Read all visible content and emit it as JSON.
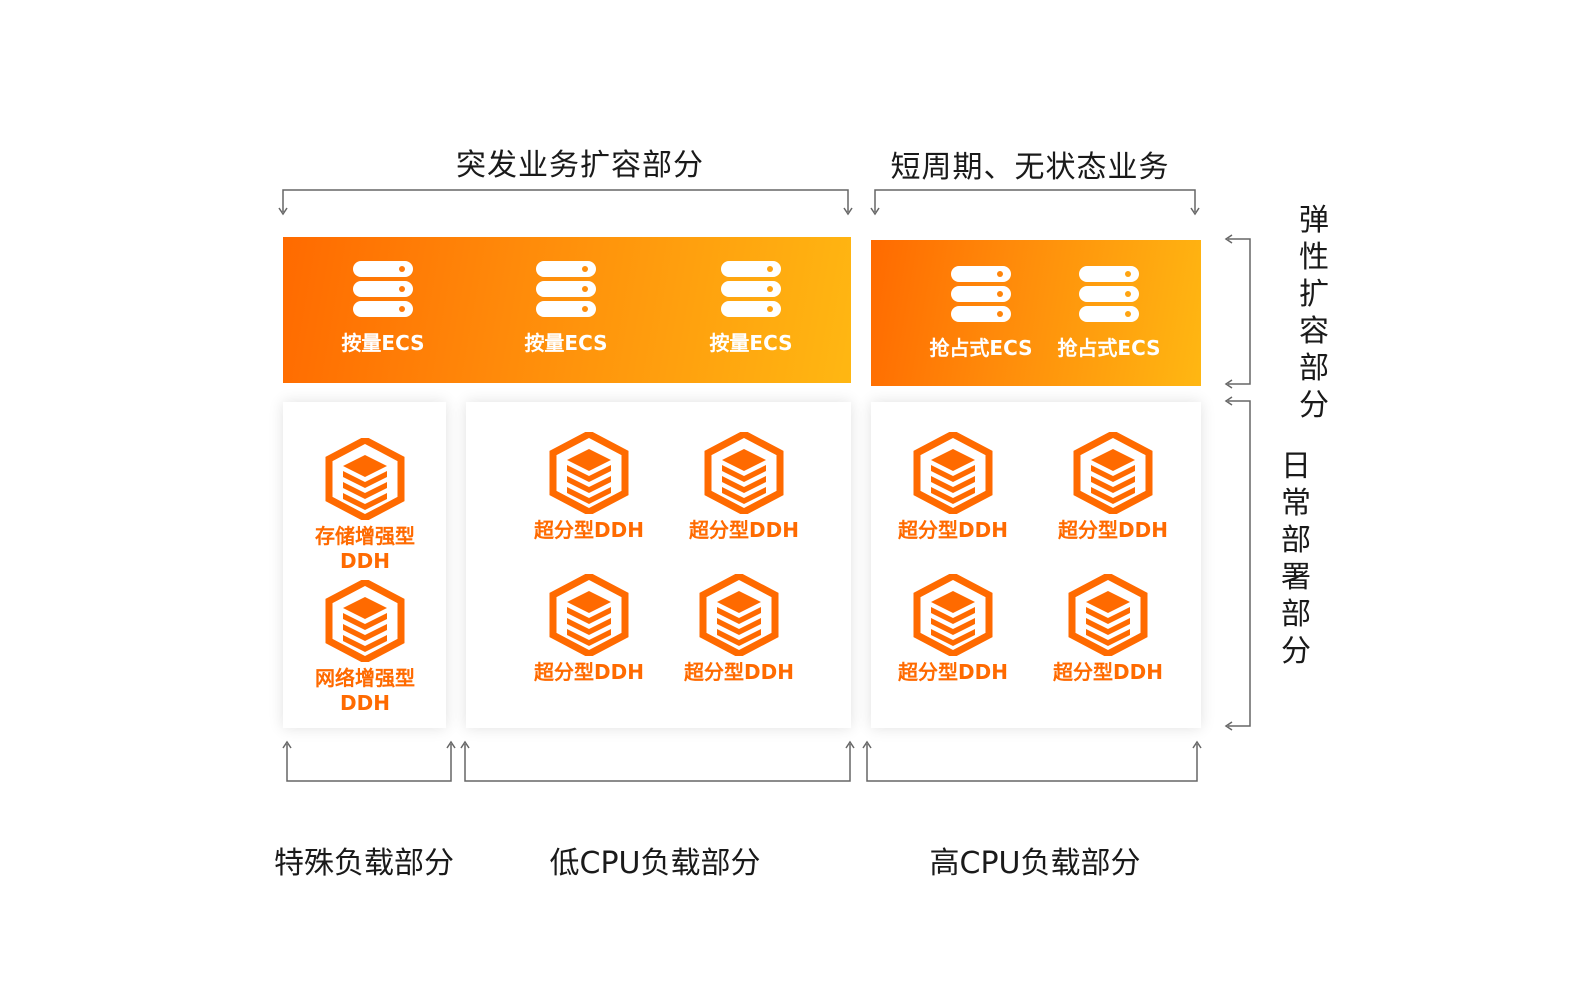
{
  "top_labels": {
    "burst": "突发业务扩容部分",
    "short_cycle": "短周期、无状态业务"
  },
  "side_labels": {
    "elastic": [
      "弹",
      "性",
      "扩",
      "容",
      "部",
      "分"
    ],
    "daily": [
      "日",
      "常",
      "部",
      "署",
      "部",
      "分"
    ]
  },
  "ecs": {
    "on_demand": [
      "按量ECS",
      "按量ECS",
      "按量ECS"
    ],
    "preemptible": [
      "抢占式ECS",
      "抢占式ECS"
    ]
  },
  "ddh": {
    "special": [
      {
        "line1": "存储增强型",
        "line2": "DDH"
      },
      {
        "line1": "网络增强型",
        "line2": "DDH"
      }
    ],
    "low_cpu": [
      "超分型DDH",
      "超分型DDH",
      "超分型DDH",
      "超分型DDH"
    ],
    "high_cpu": [
      "超分型DDH",
      "超分型DDH",
      "超分型DDH",
      "超分型DDH"
    ]
  },
  "bottom_labels": {
    "special": "特殊负载部分",
    "low_cpu": "低CPU负载部分",
    "high_cpu": "高CPU负载部分"
  },
  "colors": {
    "accent_orange": "#ff6a00",
    "gradient_end": "#ffb712",
    "bracket_gray": "#666666"
  },
  "icons": {
    "ecs": "server-rack-icon",
    "ddh": "hexagon-cube-server-icon"
  }
}
